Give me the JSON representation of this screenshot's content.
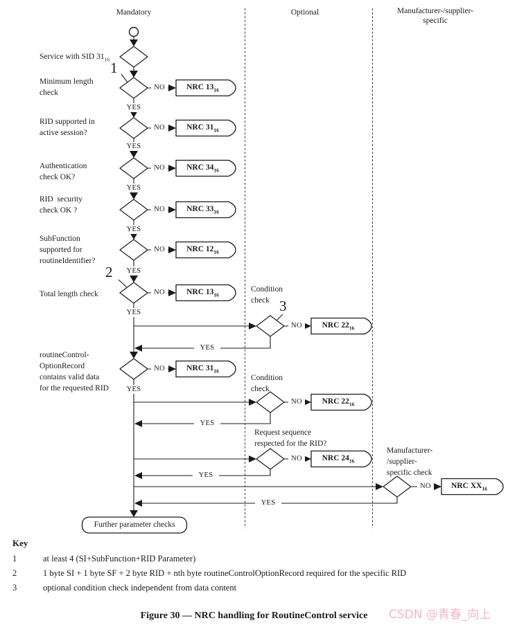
{
  "flow": {
    "columns": {
      "mandatory": "Mandatory",
      "optional": "Optional",
      "manufacturer": "Manufacturer-/supplier-\nspecific"
    },
    "yes": "YES",
    "no": "NO",
    "checks": [
      {
        "text": "Service with SID 31",
        "sub": "16"
      },
      "Minimum length\ncheck",
      "RID supported in\nactive session?",
      "Authentication\ncheck OK?",
      "RID  security\ncheck OK ?",
      "SubFunction\nsupported for\nroutineIdentifier?",
      "Total length check",
      "routineControl-\nOptionRecord\ncontains valid data\nfor the requested RID"
    ],
    "optional_checks": [
      "Condition\ncheck",
      "Condition\ncheck",
      "Request sequence\nrespected for the RID?"
    ],
    "manufacturer_check": "Manufacturer-\n/supplier-\nspecific check",
    "note_markers": [
      "1",
      "2",
      "3"
    ],
    "nrc": [
      {
        "text": "NRC 13",
        "sub": "16"
      },
      {
        "text": "NRC 31",
        "sub": "16"
      },
      {
        "text": "NRC 34",
        "sub": "16"
      },
      {
        "text": "NRC 33",
        "sub": "16"
      },
      {
        "text": "NRC 12",
        "sub": "16"
      },
      {
        "text": "NRC 13",
        "sub": "16"
      },
      {
        "text": "NRC 22",
        "sub": "16"
      },
      {
        "text": "NRC 31",
        "sub": "16"
      },
      {
        "text": "NRC 22",
        "sub": "16"
      },
      {
        "text": "NRC 24",
        "sub": "16"
      },
      {
        "text": "NRC XX",
        "sub": "16"
      }
    ],
    "terminal": "Further parameter checks"
  },
  "key": {
    "title": "Key",
    "items": [
      {
        "num": "1",
        "text": "at least 4 (SI+SubFunction+RID Parameter)"
      },
      {
        "num": "2",
        "text": "1 byte SI + 1 byte SF + 2 byte RID + nth byte routineControlOptionRecord required for the specific RID"
      },
      {
        "num": "3",
        "text": "optional condition check independent from data content"
      }
    ]
  },
  "caption": "Figure 30 — NRC handling for RoutineControl service",
  "watermark": "CSDN @青春_向上",
  "colors": {
    "line": "#1a1a1a",
    "watermark": "#efb6c4"
  }
}
